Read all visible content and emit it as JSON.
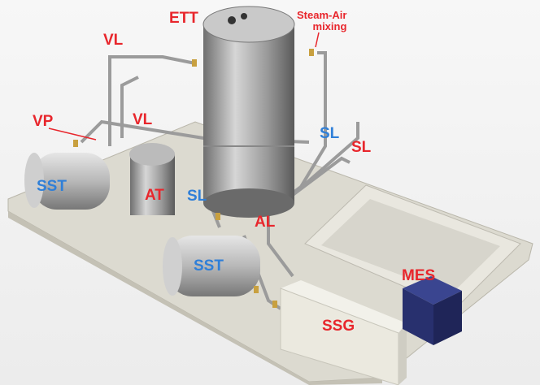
{
  "colors": {
    "red_label": "#e8262c",
    "blue_label": "#2f7fd8"
  },
  "labels": {
    "ett": "ETT",
    "steam_air_line1": "Steam-Air",
    "steam_air_line2": "mixing",
    "vl_top": "VL",
    "vp": "VP",
    "vl_mid": "VL",
    "sl_blue_right": "SL",
    "sl_red_right": "SL",
    "sst_left": "SST",
    "at": "AT",
    "sl_blue_mid": "SL",
    "al": "AL",
    "sst_front": "SST",
    "mes": "MES",
    "ssg": "SSG"
  }
}
